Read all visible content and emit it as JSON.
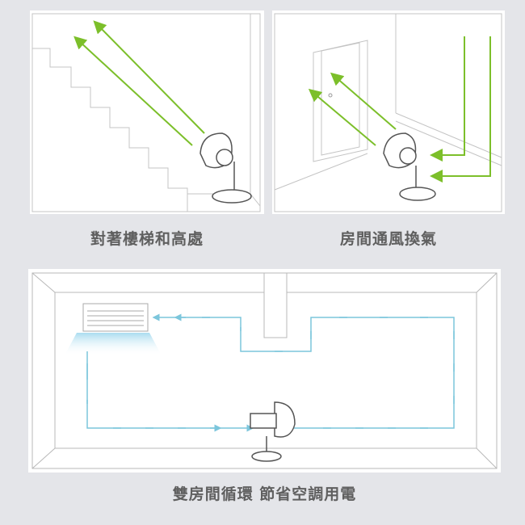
{
  "panels": [
    {
      "caption": "對著樓梯和高處"
    },
    {
      "caption": "房間通風換氣"
    },
    {
      "caption": "雙房間循環 節省空調用電"
    }
  ],
  "colors": {
    "green_arrow": "#7cbf2a",
    "blue_arrow": "#7cc6dc",
    "line": "#b8b8b8",
    "background": "#e4e5e9"
  }
}
